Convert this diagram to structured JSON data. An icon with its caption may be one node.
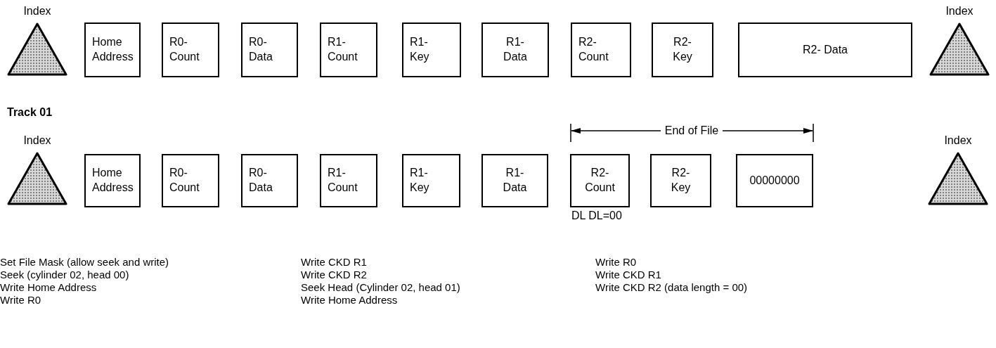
{
  "diagram": {
    "nodes": [
      {
        "text": [
          "Index"
        ]
      },
      {
        "text": [
          "Home Address"
        ]
      },
      {
        "text": [
          "R0- Count"
        ]
      },
      {
        "text": [
          "R0- Data"
        ]
      },
      {
        "text": [
          "R1- Count"
        ]
      },
      {
        "text": [
          "R1- Key"
        ]
      },
      {
        "text": [
          "R1- Data"
        ]
      },
      {
        "text": [
          "R2- Count"
        ]
      },
      {
        "text": [
          "R2- Key"
        ]
      },
      {
        "text": [
          "R2- Data"
        ]
      },
      {
        "text": [
          "Index"
        ]
      },
      {
        "text": [
          "Index"
        ]
      },
      {
        "text": [
          "Home Address"
        ]
      },
      {
        "text": [
          "R0- Count"
        ]
      },
      {
        "text": [
          "R0- Data"
        ]
      },
      {
        "text": [
          "R1- Count"
        ]
      },
      {
        "text": [
          "R1- Key"
        ]
      },
      {
        "text": [
          "R1- Data"
        ]
      },
      {
        "text": [
          "R2- Count"
        ],
        "beside": [
          "DL DL=00"
        ]
      },
      {
        "text": [
          "R2- Key"
        ]
      },
      {
        "text": [
          "00000000"
        ]
      },
      {
        "text": [
          "Index"
        ]
      }
    ],
    "edges": [],
    "labels": [
      "Track 01",
      "End of File",
      "Set File Mask (allow seek and write)",
      "Seek (cylinder 02, head 00)",
      "Write Home Address",
      "Write R0",
      "Write CKD R1",
      "Write CKD R2",
      "Seek Head (Cylinder 02, head 01)",
      "Write Home Address",
      "Write R0",
      "Write CKD R1",
      "Write CKD R2 (data length = 00)"
    ]
  }
}
